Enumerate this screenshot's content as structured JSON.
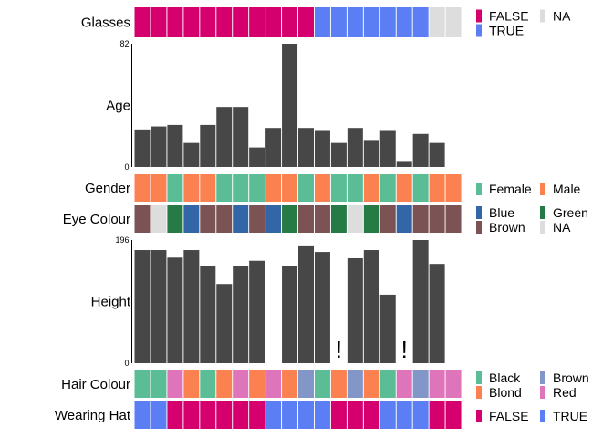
{
  "chart_data": {
    "type": "heatmap",
    "columns": 20,
    "colors": {
      "bar": "#474747",
      "missing": "#dddddd",
      "FALSE": "#d5006e",
      "TRUE": "#5c7ef5",
      "Female": "#5bbd96",
      "Male": "#fc8151",
      "Blue": "#3366a6",
      "Green": "#267a46",
      "Brown": "#7b5355",
      "Black": "#5bbd96",
      "Blond": "#fc8151",
      "BrownHair": "#8296c8",
      "Red": "#de75bb"
    },
    "tracks": [
      {
        "label": "Glasses",
        "kind": "cat",
        "values": [
          "FALSE",
          "FALSE",
          "FALSE",
          "FALSE",
          "FALSE",
          "FALSE",
          "FALSE",
          "FALSE",
          "FALSE",
          "FALSE",
          "FALSE",
          "TRUE",
          "TRUE",
          "TRUE",
          "TRUE",
          "TRUE",
          "TRUE",
          "TRUE",
          "NA",
          "NA"
        ],
        "legend": [
          {
            "label": "FALSE",
            "color": "FALSE"
          },
          {
            "label": "NA",
            "color": "missing"
          },
          {
            "label": "TRUE",
            "color": "TRUE"
          }
        ]
      },
      {
        "label": "Age",
        "kind": "bar",
        "max_label": "82",
        "min_label": "0",
        "ylim": [
          0,
          82
        ],
        "values": [
          25,
          27,
          28,
          16,
          28,
          40,
          40,
          13,
          26,
          82,
          26,
          24,
          16,
          26,
          18,
          24,
          4,
          22,
          16,
          null
        ]
      },
      {
        "label": "Gender",
        "kind": "cat",
        "values": [
          "Male",
          "Male",
          "Female",
          "Male",
          "Male",
          "Female",
          "Female",
          "Female",
          "Male",
          "Male",
          "Female",
          "Male",
          "Female",
          "Female",
          "Male",
          "Female",
          "Male",
          "Female",
          "Male",
          "Male"
        ],
        "legend": [
          {
            "label": "Female",
            "color": "Female"
          },
          {
            "label": "Male",
            "color": "Male"
          }
        ]
      },
      {
        "label": "Eye Colour",
        "kind": "cat",
        "values": [
          "Brown",
          "NA",
          "Green",
          "Blue",
          "Brown",
          "Brown",
          "Blue",
          "Brown",
          "Blue",
          "Green",
          "Brown",
          "Brown",
          "Green",
          "NA",
          "Green",
          "Brown",
          "Blue",
          "Brown",
          "Brown",
          "Brown"
        ],
        "legend": [
          {
            "label": "Blue",
            "color": "Blue"
          },
          {
            "label": "Green",
            "color": "Green"
          },
          {
            "label": "Brown",
            "color": "Brown"
          },
          {
            "label": "NA",
            "color": "missing"
          }
        ]
      },
      {
        "label": "Height",
        "kind": "bar",
        "max_label": "196",
        "min_label": "0",
        "ylim": [
          0,
          196
        ],
        "missing_mark": "!",
        "values": [
          180,
          180,
          168,
          180,
          155,
          126,
          155,
          163,
          null,
          155,
          186,
          177,
          null,
          167,
          180,
          109,
          null,
          196,
          158,
          null
        ]
      },
      {
        "label": "Hair Colour",
        "kind": "cat",
        "values": [
          "Black",
          "Black",
          "Red",
          "Blond",
          "Black",
          "Blond",
          "Red",
          "Blond",
          "Red",
          "Blond",
          "BrownHair",
          "Black",
          "Blond",
          "BrownHair",
          "Blond",
          "Black",
          "Red",
          "BrownHair",
          "Red",
          "Red"
        ],
        "legend": [
          {
            "label": "Black",
            "color": "Black"
          },
          {
            "label": "Brown",
            "color": "BrownHair"
          },
          {
            "label": "Blond",
            "color": "Blond"
          },
          {
            "label": "Red",
            "color": "Red"
          }
        ]
      },
      {
        "label": "Wearing Hat",
        "kind": "cat",
        "values": [
          "TRUE",
          "TRUE",
          "FALSE",
          "FALSE",
          "FALSE",
          "FALSE",
          "FALSE",
          "FALSE",
          "TRUE",
          "TRUE",
          "TRUE",
          "TRUE",
          "FALSE",
          "FALSE",
          "FALSE",
          "TRUE",
          "TRUE",
          "TRUE",
          "FALSE",
          "FALSE"
        ],
        "legend": [
          {
            "label": "FALSE",
            "color": "FALSE"
          },
          {
            "label": "TRUE",
            "color": "TRUE"
          }
        ]
      }
    ]
  }
}
